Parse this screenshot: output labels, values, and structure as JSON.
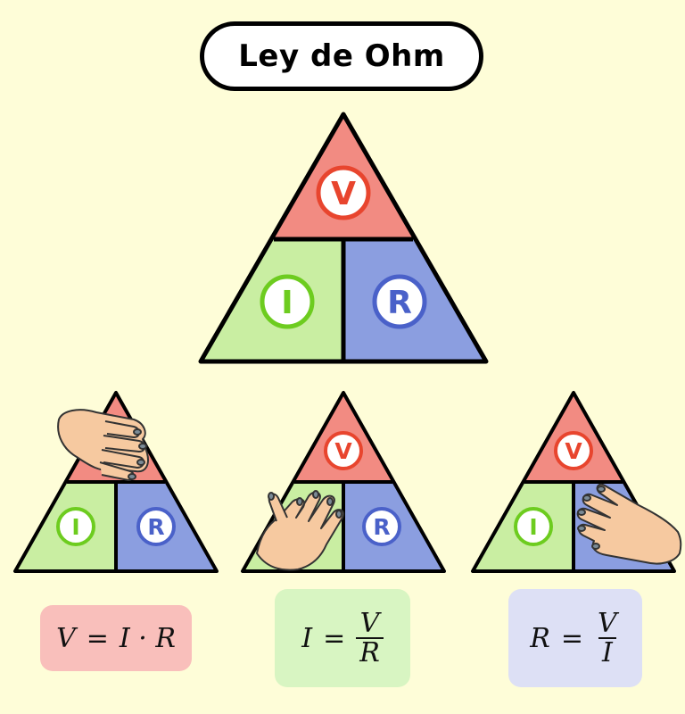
{
  "title": "Ley de Ohm",
  "letters": {
    "voltage": "V",
    "current": "I",
    "resistance": "R"
  },
  "colors": {
    "background": "#fefdd8",
    "voltage": "#f28b82",
    "current": "#c9eea2",
    "resistance": "#8b9ee0",
    "voltage_ring": "#e8452e",
    "current_ring": "#6dcc1f",
    "resistance_ring": "#4a61c9",
    "skin": "#f6c9a0"
  },
  "formulas": {
    "voltage": {
      "lhs": "V",
      "eq": "=",
      "rhs": "I · R",
      "bg": "#f9bfbb"
    },
    "current": {
      "lhs": "I",
      "eq": "=",
      "num": "V",
      "den": "R",
      "bg": "#d8f5c2"
    },
    "resistance": {
      "lhs": "R",
      "eq": "=",
      "num": "V",
      "den": "I",
      "bg": "#dde0f5"
    }
  }
}
